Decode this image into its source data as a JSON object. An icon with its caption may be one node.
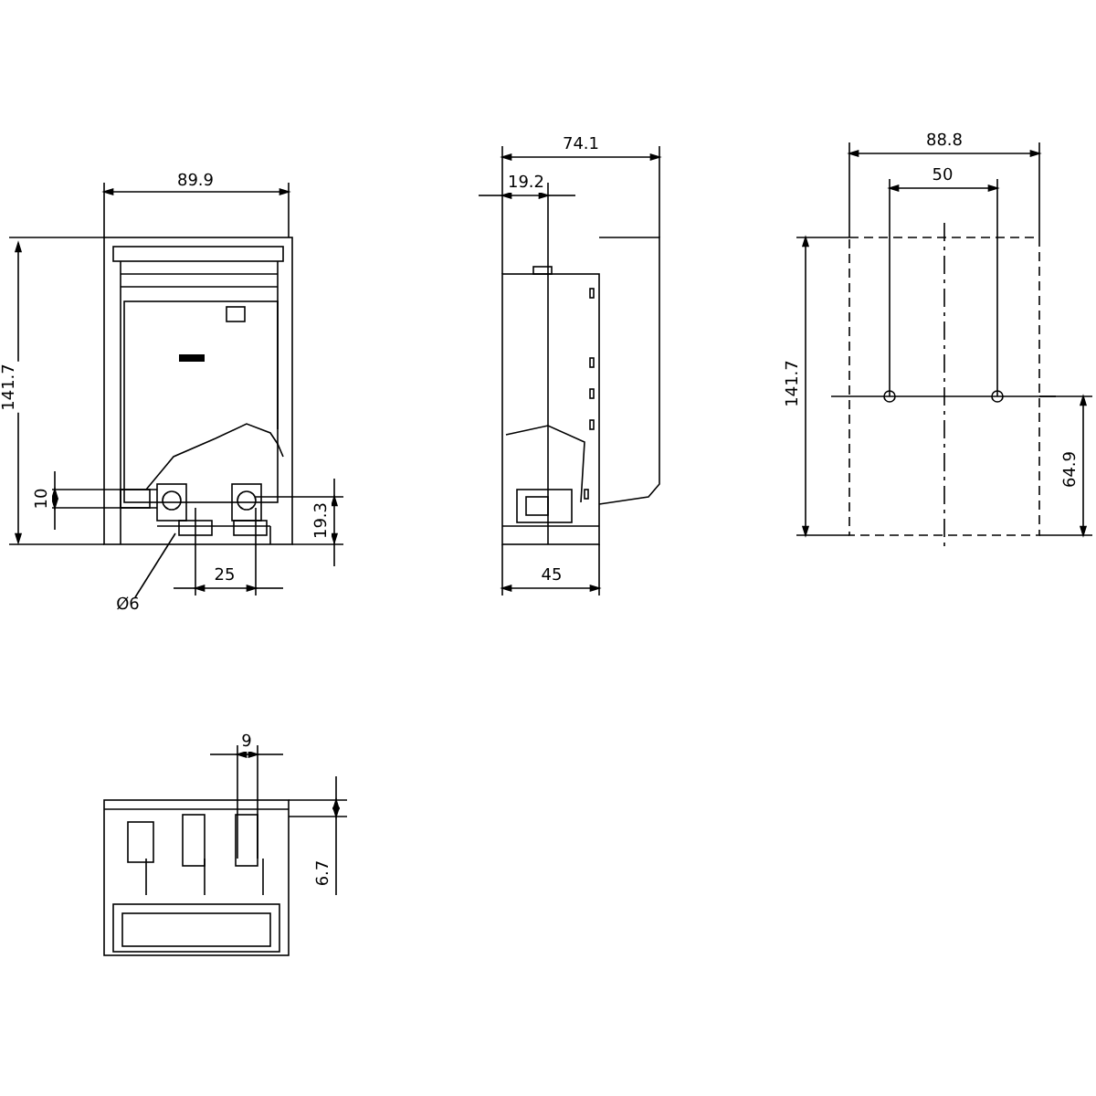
{
  "diagram": {
    "labels": [
      "89.9",
      "74.1",
      "88.8",
      "19.2",
      "50",
      "141.7",
      "10",
      "19.3",
      "141.7",
      "64.9",
      "25",
      "45",
      "Ø6",
      "9",
      "6.7"
    ]
  }
}
